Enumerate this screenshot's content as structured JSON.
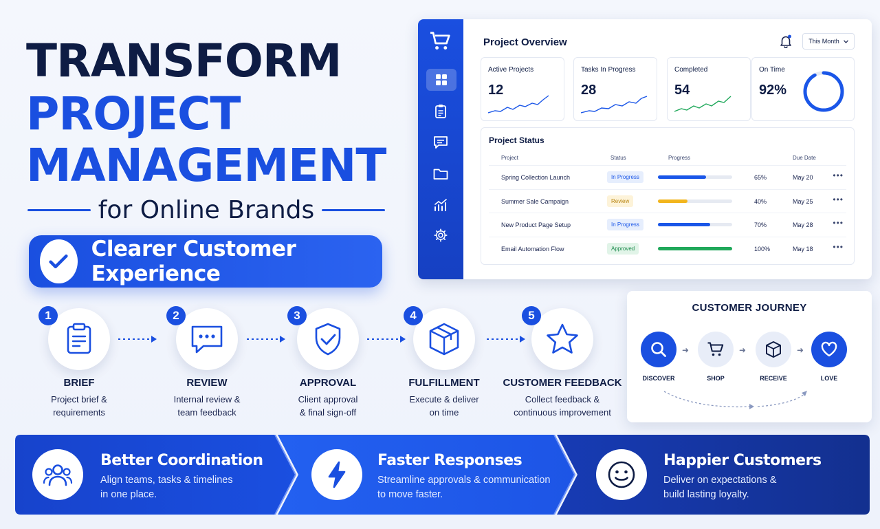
{
  "headline": {
    "line1": "TRANSFORM",
    "line2": "PROJECT",
    "line3": "MANAGEMENT",
    "subtitle": "for Online Brands",
    "pill": "Clearer Customer Experience"
  },
  "dashboard": {
    "title": "Project Overview",
    "period": "This Month",
    "stats": [
      {
        "label": "Active Projects",
        "value": "12"
      },
      {
        "label": "Tasks In Progress",
        "value": "28"
      },
      {
        "label": "Completed",
        "value": "54"
      },
      {
        "label": "On Time",
        "value": "92%",
        "ring_fraction": 0.92
      }
    ],
    "status_title": "Project Status",
    "columns": [
      "Project",
      "Status",
      "Progress",
      "Due Date"
    ],
    "rows": [
      {
        "project": "Spring Collection Launch",
        "status": "In Progress",
        "progress": 65,
        "progress_label": "65%",
        "due": "May 20"
      },
      {
        "project": "Summer Sale Campaign",
        "status": "Review",
        "progress": 40,
        "progress_label": "40%",
        "due": "May 25"
      },
      {
        "project": "New Product Page Setup",
        "status": "In Progress",
        "progress": 70,
        "progress_label": "70%",
        "due": "May 28"
      },
      {
        "project": "Email Automation Flow",
        "status": "Approved",
        "progress": 100,
        "progress_label": "100%",
        "due": "May 18"
      }
    ],
    "colors": {
      "in_progress": "#1a56e8",
      "review": "#f2b51d",
      "approved": "#1fa85a"
    }
  },
  "steps": [
    {
      "num": "1",
      "title": "BRIEF",
      "desc1": "Project brief &",
      "desc2": "requirements",
      "icon": "clipboard-icon"
    },
    {
      "num": "2",
      "title": "REVIEW",
      "desc1": "Internal review &",
      "desc2": "team feedback",
      "icon": "chat-icon"
    },
    {
      "num": "3",
      "title": "APPROVAL",
      "desc1": "Client approval",
      "desc2": "& final sign-off",
      "icon": "shield-check-icon"
    },
    {
      "num": "4",
      "title": "FULFILLMENT",
      "desc1": "Execute & deliver",
      "desc2": "on time",
      "icon": "box-icon"
    },
    {
      "num": "5",
      "title": "CUSTOMER FEEDBACK",
      "desc1": "Collect feedback &",
      "desc2": "continuous improvement",
      "icon": "star-icon"
    }
  ],
  "journey": {
    "title": "CUSTOMER JOURNEY",
    "nodes": [
      "DISCOVER",
      "SHOP",
      "RECEIVE",
      "LOVE"
    ]
  },
  "benefits": [
    {
      "title": "Better Coordination",
      "desc1": "Align teams, tasks & timelines",
      "desc2": "in one place."
    },
    {
      "title": "Faster Responses",
      "desc1": "Streamline approvals & communication",
      "desc2": "to move faster."
    },
    {
      "title": "Happier Customers",
      "desc1": "Deliver on expectations &",
      "desc2": "build lasting loyalty."
    }
  ]
}
